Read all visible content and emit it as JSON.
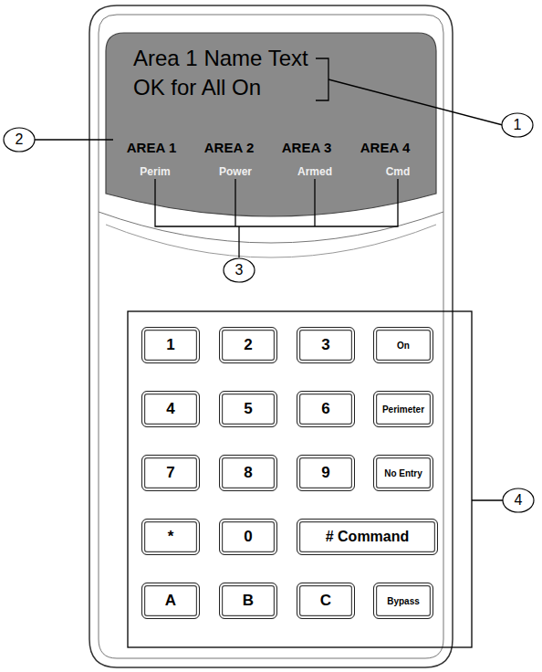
{
  "diagram": {
    "nodes": [
      {
        "text": [
          "Area 1 Name Text",
          "OK for All On",
          "AREA 1",
          "AREA 2",
          "AREA 3",
          "AREA 4",
          "Perim",
          "Power",
          "Armed",
          "Cmd"
        ]
      },
      {
        "text": [
          "1"
        ]
      },
      {
        "text": [
          "2"
        ]
      },
      {
        "text": [
          "3"
        ]
      },
      {
        "text": [
          "On"
        ]
      },
      {
        "text": [
          "4"
        ]
      },
      {
        "text": [
          "5"
        ]
      },
      {
        "text": [
          "6"
        ]
      },
      {
        "text": [
          "Perimeter"
        ]
      },
      {
        "text": [
          "7"
        ]
      },
      {
        "text": [
          "8"
        ]
      },
      {
        "text": [
          "9"
        ]
      },
      {
        "text": [
          "No Entry"
        ]
      },
      {
        "text": [
          "*"
        ]
      },
      {
        "text": [
          "0"
        ]
      },
      {
        "text": [
          "# Command"
        ]
      },
      {
        "text": [
          "A"
        ]
      },
      {
        "text": [
          "B"
        ]
      },
      {
        "text": [
          "C"
        ]
      },
      {
        "text": [
          "Bypass"
        ]
      }
    ],
    "labels": [
      "1",
      "2",
      "3",
      "4"
    ]
  }
}
